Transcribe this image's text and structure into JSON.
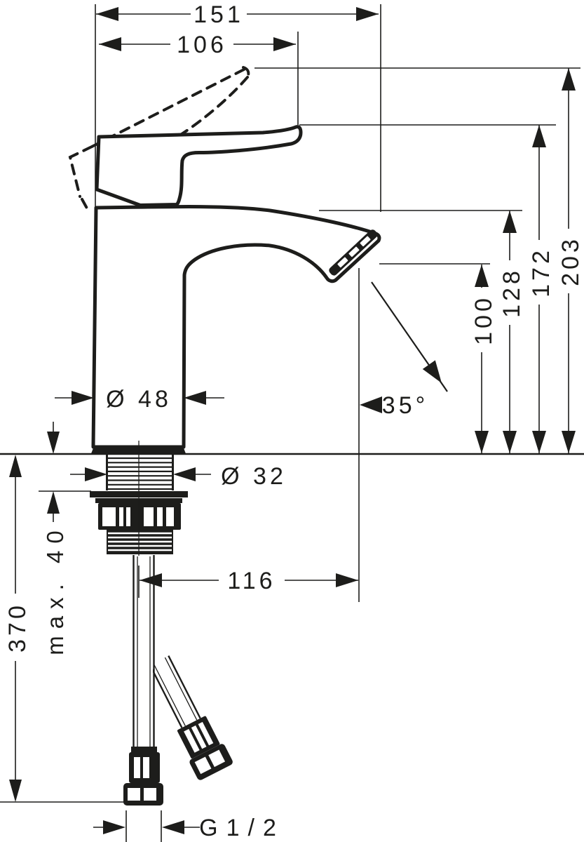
{
  "drawing": {
    "subject": "basin-mixer-faucet-dimension-drawing",
    "colors": {
      "line": "#1d1d1b",
      "background": "#ffffff"
    }
  },
  "labels": {
    "width_top": "151",
    "width_handle": "106",
    "height_total": "203",
    "height_handle": "172",
    "height_spout_top": "128",
    "height_outlet": "100",
    "dia_body": "Ø 48",
    "angle_spray": "35°",
    "dia_shank": "Ø 32",
    "max_thickness": "max. 40",
    "hose_length": "370",
    "reach_outlet": "116",
    "thread": "G1/2"
  }
}
